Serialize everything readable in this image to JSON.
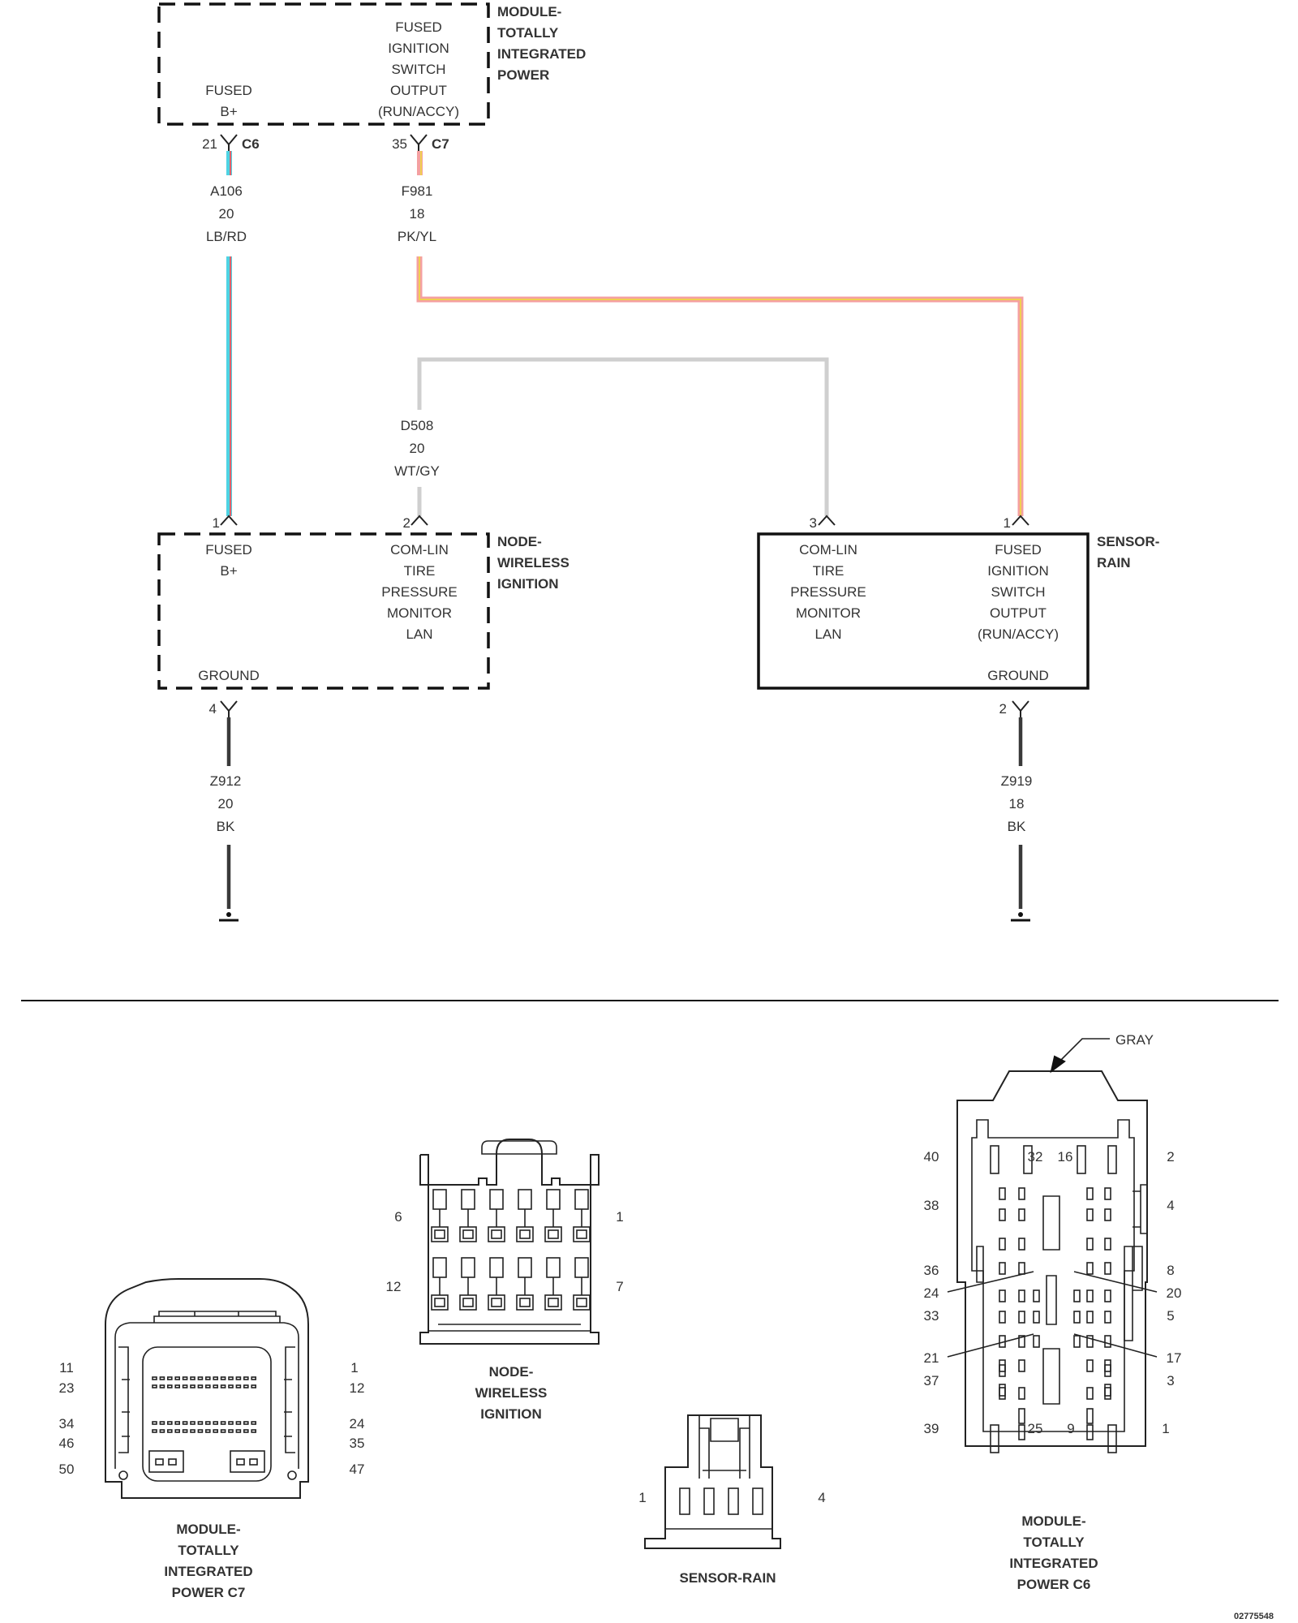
{
  "modules": {
    "tipm": {
      "name": [
        "MODULE-",
        "TOTALLY",
        "INTEGRATED",
        "POWER"
      ],
      "left_pin_label": [
        "FUSED",
        "B+"
      ],
      "right_pin_label": [
        "FUSED",
        "IGNITION",
        "SWITCH",
        "OUTPUT",
        "(RUN/ACCY)"
      ]
    },
    "wireless_ignition": {
      "name": [
        "NODE-",
        "WIRELESS",
        "IGNITION"
      ],
      "pin1_label": [
        "FUSED",
        "B+"
      ],
      "pin2_label": [
        "COM-LIN",
        "TIRE",
        "PRESSURE",
        "MONITOR",
        "LAN"
      ],
      "ground_label": "GROUND"
    },
    "rain_sensor": {
      "name": [
        "SENSOR-",
        "RAIN"
      ],
      "pin3_label": [
        "COM-LIN",
        "TIRE",
        "PRESSURE",
        "MONITOR",
        "LAN"
      ],
      "pin1_label": [
        "FUSED",
        "IGNITION",
        "SWITCH",
        "OUTPUT",
        "(RUN/ACCY)"
      ],
      "ground_label": "GROUND"
    }
  },
  "connectors": {
    "tipm_a": {
      "pin": "21",
      "id": "C6"
    },
    "tipm_b": {
      "pin": "35",
      "id": "C7"
    },
    "win_pin1": "1",
    "win_pin2": "2",
    "win_ground_pin": "4",
    "rain_pin3": "3",
    "rain_pin1": "1",
    "rain_ground_pin": "2"
  },
  "wires": {
    "a106": {
      "circuit": "A106",
      "gauge": "20",
      "color": "LB/RD",
      "stripe_colors": [
        "#4fd3e3",
        "#e0616b"
      ]
    },
    "f981": {
      "circuit": "F981",
      "gauge": "18",
      "color": "PK/YL",
      "stripe_colors": [
        "#f4a0a0",
        "#f0d050"
      ]
    },
    "d508": {
      "circuit": "D508",
      "gauge": "20",
      "color": "WT/GY",
      "stripe_colors": [
        "#d0d0d0"
      ]
    },
    "z912": {
      "circuit": "Z912",
      "gauge": "20",
      "color": "BK",
      "stripe_colors": [
        "#3a3a3a"
      ]
    },
    "z919": {
      "circuit": "Z919",
      "gauge": "18",
      "color": "BK",
      "stripe_colors": [
        "#3a3a3a"
      ]
    }
  },
  "connector_views": {
    "tipm_c7": {
      "caption": [
        "MODULE-",
        "TOTALLY",
        "INTEGRATED",
        "POWER C7"
      ],
      "left_pins": [
        "11",
        "23",
        "34",
        "46",
        "50"
      ],
      "right_pins": [
        "1",
        "12",
        "24",
        "35",
        "47"
      ]
    },
    "node_wireless_ignition": {
      "caption": [
        "NODE-",
        "WIRELESS",
        "IGNITION"
      ],
      "pins": [
        "6",
        "1",
        "12",
        "7"
      ]
    },
    "sensor_rain": {
      "caption": [
        "SENSOR-RAIN"
      ],
      "pins": [
        "1",
        "4"
      ]
    },
    "tipm_c6": {
      "caption": [
        "MODULE-",
        "TOTALLY",
        "INTEGRATED",
        "POWER C6"
      ],
      "color_callout": "GRAY",
      "left_pins": [
        "40",
        "38",
        "36",
        "24",
        "33",
        "21",
        "37",
        "39"
      ],
      "right_pins": [
        "2",
        "4",
        "8",
        "20",
        "5",
        "17",
        "3",
        "1"
      ],
      "top_pins": [
        "32",
        "16"
      ],
      "bottom_pins": [
        "25",
        "9"
      ]
    }
  },
  "figure_id": "02775548"
}
